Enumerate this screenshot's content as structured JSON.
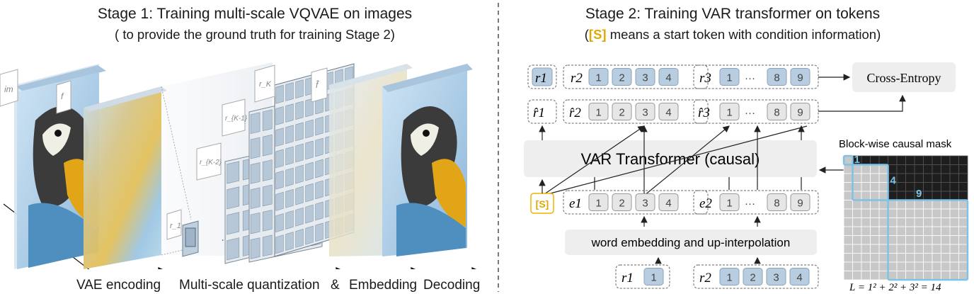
{
  "stage1": {
    "title": "Stage 1:  Training multi-scale VQVAE on images",
    "subtitle": "( to provide the ground truth for training Stage 2)",
    "plane_labels": [
      "im",
      "f",
      "r_K",
      "r_{K-1}",
      "r_{K-2}",
      "r_1",
      "f̂",
      "…"
    ],
    "bottom_labels": [
      "VAE encoding",
      "Multi-scale quantization",
      "&",
      "Embedding",
      "Decoding"
    ]
  },
  "stage2": {
    "title": "Stage 2:  Training VAR transformer on tokens",
    "subtitle_token": "[S]",
    "subtitle_rest": " means a start token with condition information)",
    "subtitle_open": "(",
    "row_target": {
      "r1": "r1",
      "r2": "r2",
      "r2_tokens": [
        "1",
        "2",
        "3",
        "4"
      ],
      "r3": "r3",
      "r3_tokens_a": [
        "1"
      ],
      "ellipsis": "···",
      "r3_tokens_b": [
        "8",
        "9"
      ]
    },
    "row_pred": {
      "r1": "r̂1",
      "r2": "r̂2",
      "r2_tokens": [
        "1",
        "2",
        "3",
        "4"
      ],
      "r3": "r̂3",
      "r3_tokens_a": [
        "1"
      ],
      "ellipsis": "···",
      "r3_tokens_b": [
        "8",
        "9"
      ]
    },
    "cross_entropy": "Cross-Entropy",
    "transformer": "VAR Transformer (causal)",
    "start_token": "[S]",
    "row_embed": {
      "e1": "e1",
      "e1_tokens": [
        "1",
        "2",
        "3",
        "4"
      ],
      "e2": "e2",
      "e2_tokens_a": [
        "1"
      ],
      "ellipsis": "···",
      "e2_tokens_b": [
        "8",
        "9"
      ]
    },
    "embed_box": "word embedding and up-interpolation",
    "row_input": {
      "r1": "r1",
      "r1_tokens": [
        "1"
      ],
      "r2": "r2",
      "r2_tokens": [
        "1",
        "2",
        "3",
        "4"
      ]
    },
    "mask_title": "Block-wise causal mask",
    "mask_labels": [
      "1",
      "4",
      "9"
    ],
    "mask_formula": "L = 1² + 2² + 3² = 14"
  },
  "colors": {
    "token_blue": "#b8cde0",
    "token_gray": "#e6e6e6",
    "start_orange": "#f0b400",
    "mask_blue": "#7ec3e6"
  }
}
